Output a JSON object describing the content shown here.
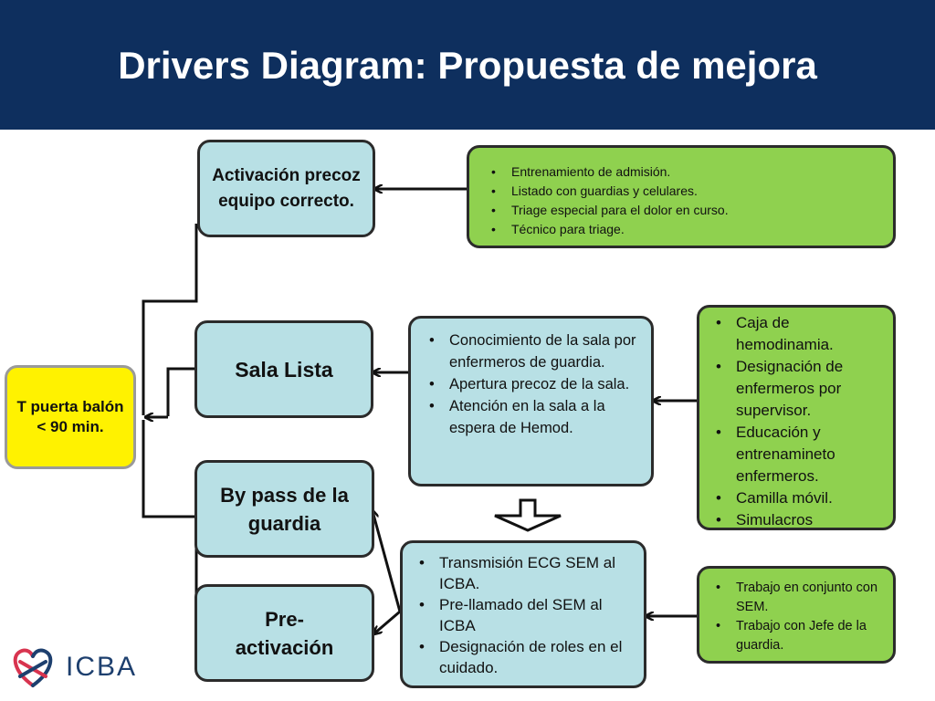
{
  "title": "Drivers Diagram: Propuesta de mejora",
  "aim": "T puerta balón < 90 min.",
  "drivers": [
    "Activación precoz equipo correcto.",
    "Sala Lista",
    "By pass de la guardia",
    "Pre-activación"
  ],
  "interventions": {
    "activacion": [
      "Entrenamiento de admisión.",
      "Listado con guardias y celulares.",
      "Triage especial para el dolor en curso.",
      "Técnico para triage."
    ],
    "sala": [
      "Conocimiento de la sala por enfermeros de guardia.",
      "Apertura precoz de la sala.",
      "Atención en la sala a la espera de Hemod."
    ],
    "sala_extra": [
      "Caja de hemodinamia.",
      "Designación de enfermeros por supervisor.",
      "Educación y entrenamineto enfermeros.",
      "Camilla móvil.",
      "Simulacros"
    ],
    "sem": [
      "Transmisión ECG SEM al ICBA.",
      "Pre-llamado del SEM al ICBA",
      "Designación de roles en el cuidado."
    ],
    "sem_extra": [
      "Trabajo en conjunto con SEM.",
      "Trabajo con Jefe de la guardia."
    ]
  },
  "logo": {
    "text": "ICBA",
    "icon": "icba-heart-logo-icon"
  },
  "colors": {
    "header": "#0e2f5e",
    "driver": "#b8e0e5",
    "aim": "#fff200",
    "intervention": "#8fd14f"
  }
}
